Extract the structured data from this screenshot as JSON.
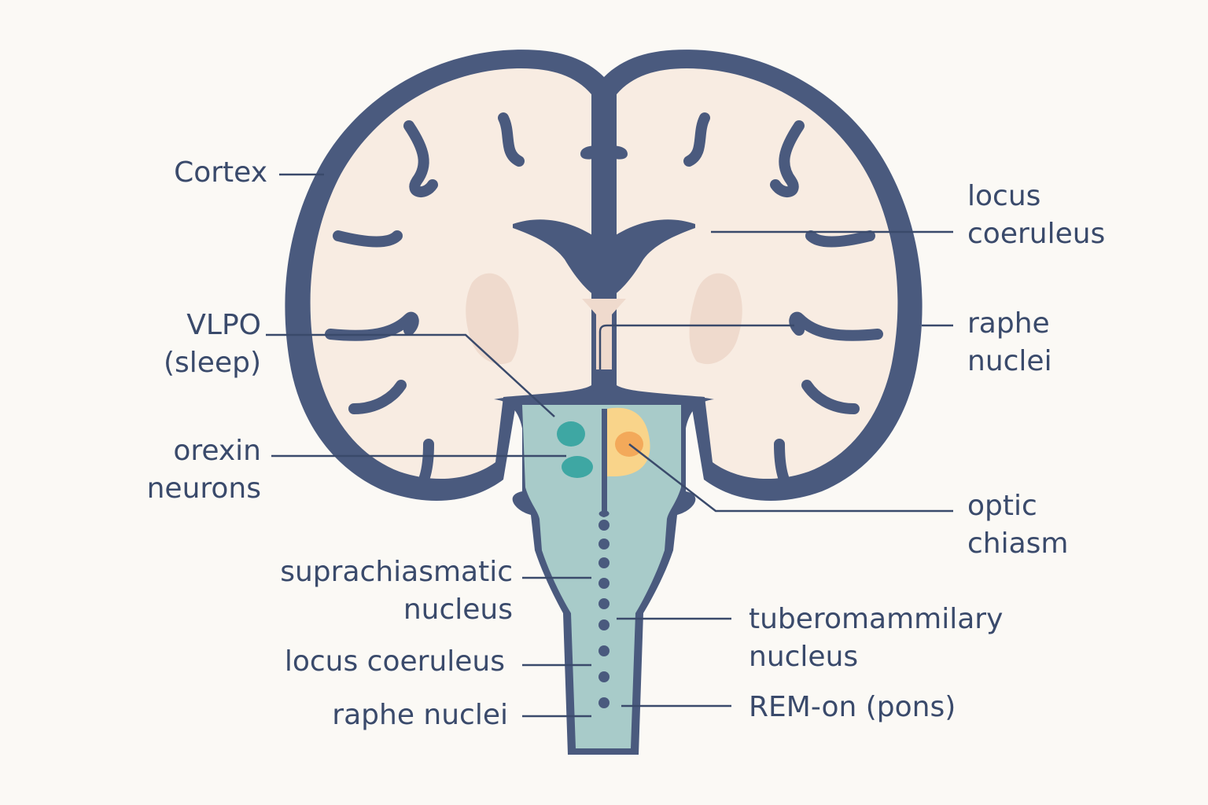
{
  "colors": {
    "background": "#fbf9f5",
    "outline": "#4a5a7e",
    "white_matter": "#f8ece2",
    "gray_matter": "#efdacd",
    "brainstem": "#a8cbc9",
    "teal_nucleus": "#3ea7a3",
    "orange_nucleus": "#f3a95a",
    "yellow_region": "#f9d48a",
    "label_text": "#3a4a6b",
    "leader_line": "#3a4a6b"
  },
  "labels": {
    "cortex": "Cortex",
    "vlpo_line1": "VLPO",
    "vlpo_line2": "(sleep)",
    "orexin_line1": "orexin",
    "orexin_line2": "neurons",
    "scn_line1": "suprachiasmatic",
    "scn_line2": "nucleus",
    "locus_left": "locus coeruleus",
    "raphe_left": "raphe nuclei",
    "locus_right_line1": "locus",
    "locus_right_line2": "coeruleus",
    "raphe_right_line1": "raphe",
    "raphe_right_line2": "nuclei",
    "optic_line1": "optic",
    "optic_line2": "chiasm",
    "tmn_line1": "tuberomammilary",
    "tmn_line2": "nucleus",
    "rem_on": "REM-on (pons)"
  }
}
